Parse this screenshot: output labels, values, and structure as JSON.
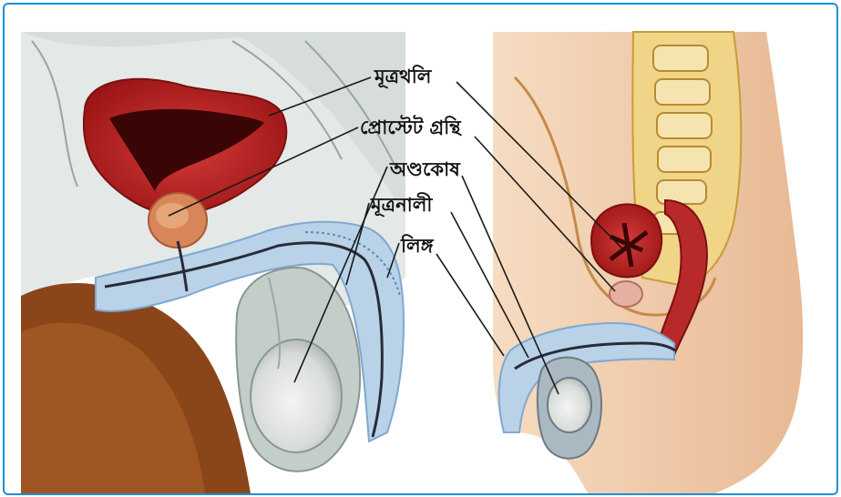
{
  "labels": {
    "bladder": "মূত্রথলি",
    "prostate": "প্রোস্টেট গ্রন্থি",
    "scrotum": "অণ্ডকোষ",
    "urethra": "মূত্রনালী",
    "penis": "লিঙ্গ"
  },
  "colors": {
    "frame": "#1e8fd0",
    "bladder_red": "#b81f1f",
    "bladder_dark": "#4a0606",
    "urethra_blue": "#7fa8d0",
    "skin": "#eec8a3",
    "spine": "#e8c060",
    "dark_skin": "#8a4618"
  }
}
